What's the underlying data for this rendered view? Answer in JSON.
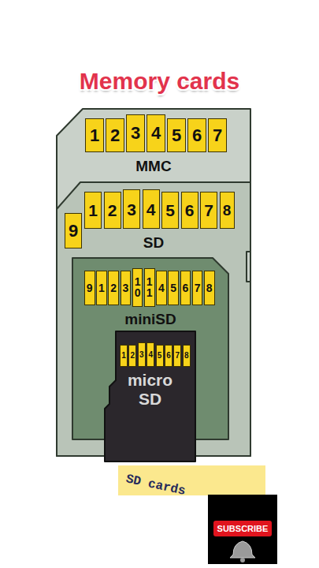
{
  "diagram": {
    "title": "Memory cards",
    "nodes": [
      {
        "text": [
          "MMC"
        ]
      },
      {
        "text": [
          "1"
        ],
        "in": 0
      },
      {
        "text": [
          "2"
        ],
        "in": 0
      },
      {
        "text": [
          "3"
        ],
        "in": 0
      },
      {
        "text": [
          "4"
        ],
        "in": 0
      },
      {
        "text": [
          "5"
        ],
        "in": 0
      },
      {
        "text": [
          "6"
        ],
        "in": 0
      },
      {
        "text": [
          "7"
        ],
        "in": 0
      },
      {
        "text": [
          "SD"
        ],
        "in": 0
      },
      {
        "text": [
          "1"
        ],
        "in": 8
      },
      {
        "text": [
          "2"
        ],
        "in": 8
      },
      {
        "text": [
          "3"
        ],
        "in": 8
      },
      {
        "text": [
          "4"
        ],
        "in": 8
      },
      {
        "text": [
          "5"
        ],
        "in": 8
      },
      {
        "text": [
          "6"
        ],
        "in": 8
      },
      {
        "text": [
          "7"
        ],
        "in": 8
      },
      {
        "text": [
          "8"
        ],
        "in": 8
      },
      {
        "text": [
          "9"
        ],
        "in": 8
      },
      {
        "text": [
          "miniSD"
        ],
        "in": 8
      },
      {
        "text": [
          "9"
        ],
        "in": 18
      },
      {
        "text": [
          "1"
        ],
        "in": 18
      },
      {
        "text": [
          "2"
        ],
        "in": 18
      },
      {
        "text": [
          "3"
        ],
        "in": 18
      },
      {
        "text": [
          "10"
        ],
        "in": 18
      },
      {
        "text": [
          "11"
        ],
        "in": 18
      },
      {
        "text": [
          "4"
        ],
        "in": 18
      },
      {
        "text": [
          "5"
        ],
        "in": 18
      },
      {
        "text": [
          "6"
        ],
        "in": 18
      },
      {
        "text": [
          "7"
        ],
        "in": 18
      },
      {
        "text": [
          "8"
        ],
        "in": 18
      },
      {
        "text": [
          "micro SD"
        ],
        "in": 18
      },
      {
        "text": [
          "1"
        ],
        "in": 30
      },
      {
        "text": [
          "2"
        ],
        "in": 30
      },
      {
        "text": [
          "3"
        ],
        "in": 30
      },
      {
        "text": [
          "4"
        ],
        "in": 30
      },
      {
        "text": [
          "5"
        ],
        "in": 30
      },
      {
        "text": [
          "6"
        ],
        "in": 30
      },
      {
        "text": [
          "7"
        ],
        "in": 30
      },
      {
        "text": [
          "8"
        ],
        "in": 30
      },
      {
        "text": [
          "SD cards"
        ]
      },
      {
        "text": [
          "SUBSCRIBE"
        ]
      }
    ]
  }
}
